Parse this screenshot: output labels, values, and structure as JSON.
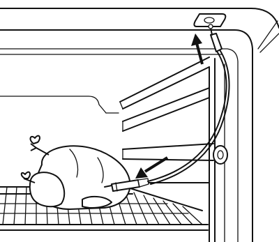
{
  "figure": {
    "description_icons": [
      "oven-cavity",
      "oven-rack",
      "roast-chicken",
      "meat-probe",
      "probe-cable",
      "probe-socket",
      "probe-holder",
      "direction-arrow"
    ],
    "colors": {
      "line": "#111111",
      "background": "#ffffff"
    }
  }
}
